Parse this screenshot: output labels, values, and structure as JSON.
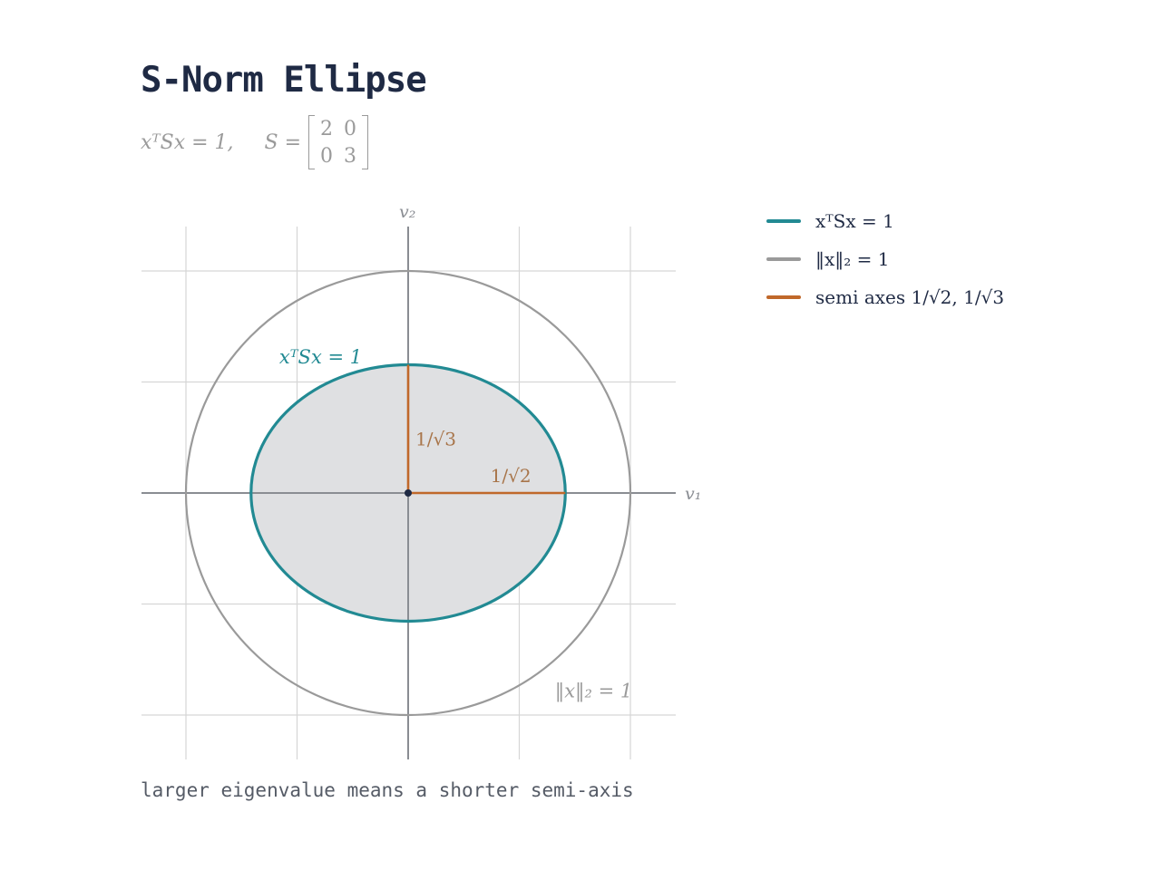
{
  "title": "S-Norm Ellipse",
  "subtitle": {
    "equation": "xᵀSx = 1,",
    "matrix_label": "S =",
    "matrix": [
      [
        "2",
        "0"
      ],
      [
        "0",
        "3"
      ]
    ]
  },
  "caption": "larger eigenvalue means a shorter semi-axis",
  "colors": {
    "ellipse": "#228a93",
    "circle": "#9a9a9a",
    "semi_axes": "#c0682a",
    "fill": "#dfe0e2",
    "grid": "#d6d6d6",
    "axes": "#8a8d93",
    "origin": "#1f2a44"
  },
  "chart_data": {
    "type": "diagram",
    "xlim": [
      -1.2,
      1.2
    ],
    "ylim": [
      -1.2,
      1.2
    ],
    "grid": true,
    "grid_ticks": [
      -1,
      -0.5,
      0.5,
      1
    ],
    "axis_labels": {
      "x": "v₁",
      "y": "v₂"
    },
    "shapes": {
      "ellipse": {
        "semi_axis_x": 0.7071,
        "semi_axis_y": 0.5774,
        "label": "xᵀSx = 1"
      },
      "circle": {
        "radius": 1,
        "label": "‖x‖₂ = 1"
      }
    },
    "semi_axis_labels": {
      "x": "1/√2",
      "y": "1/√3"
    },
    "legend": [
      {
        "key": "ellipse",
        "label": "xᵀSx = 1"
      },
      {
        "key": "circle",
        "label": "‖x‖₂ = 1"
      },
      {
        "key": "semi_axes",
        "label": "semi axes 1/√2, 1/√3"
      }
    ],
    "legend_position": "top-right"
  }
}
